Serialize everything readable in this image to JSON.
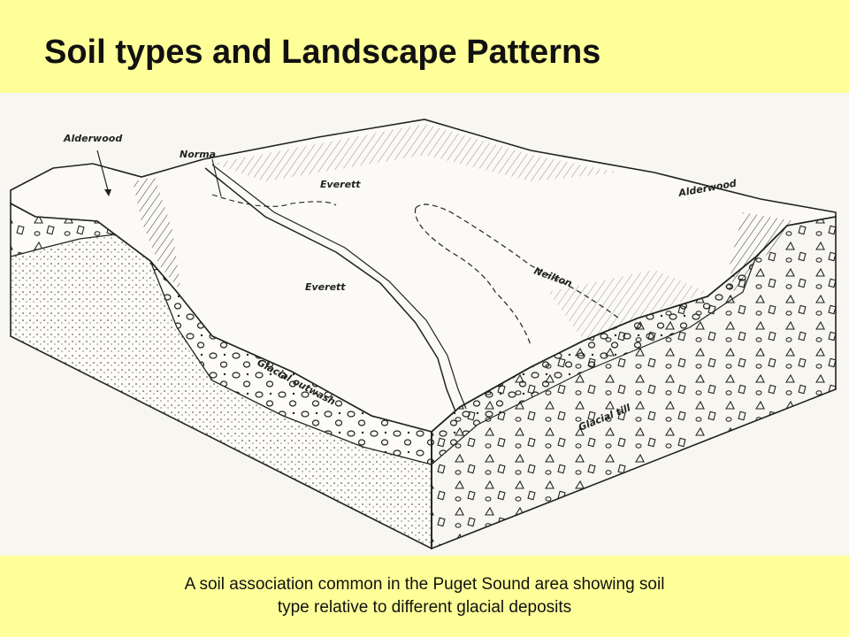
{
  "slide": {
    "title": "Soil types and Landscape Patterns",
    "caption_line1": "A soil association common in the Puget Sound area showing soil",
    "caption_line2": "type relative to different glacial deposits"
  },
  "diagram": {
    "labels": {
      "alderwood_left": "Alderwood",
      "norma": "Norma",
      "everett_top": "Everett",
      "alderwood_right": "Alderwood",
      "everett_mid": "Everett",
      "neilton": "Neilton",
      "glacial_outwash": "Glacial outwash",
      "glacial_till": "Glacial till"
    }
  },
  "colors": {
    "background": "#ffff99",
    "figure_background": "#f7f6f1",
    "ink": "#222222"
  }
}
